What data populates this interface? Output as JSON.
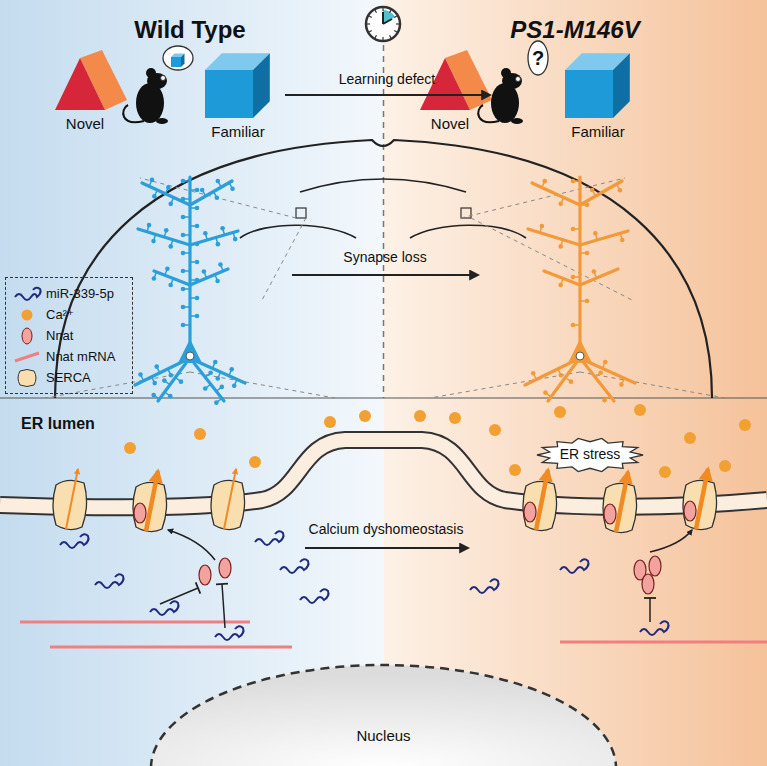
{
  "diagram": {
    "nodes": [
      {
        "text": [
          "?"
        ]
      },
      {
        "text": [
          "ER stress"
        ]
      },
      {
        "text": [
          "Nucleus"
        ]
      }
    ],
    "labels": [
      "Wild Type",
      "PS1-M146V",
      "Novel",
      "Familiar",
      "Learning defect",
      "Novel",
      "Familiar",
      "Synapse loss",
      "ER lumen",
      "Calcium dyshomeostasis"
    ],
    "legend": [
      {
        "text": "miR-339-5p"
      },
      {
        "text": "Ca²⁺"
      },
      {
        "text": "Nnat"
      },
      {
        "text": "Nnat mRNA"
      },
      {
        "text": "SERCA"
      }
    ]
  }
}
